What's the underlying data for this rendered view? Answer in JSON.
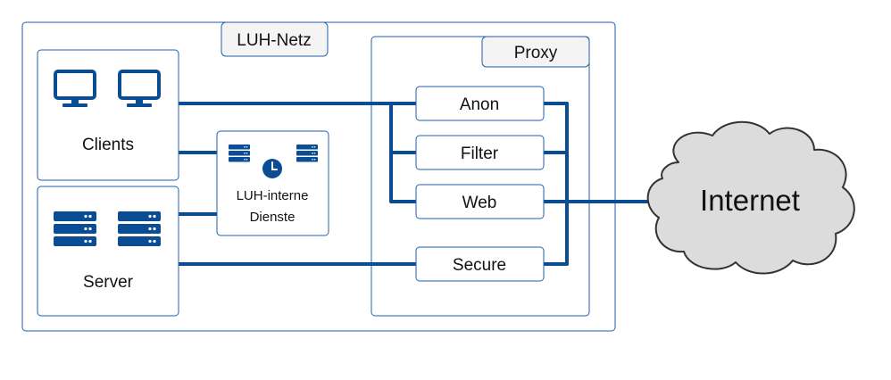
{
  "colors": {
    "line": "#0a4d94",
    "icon": "#0a4d94",
    "box_border": "#1f62a8",
    "tab_fill": "#f4f4f4",
    "cloud_fill": "#dcdcdc",
    "cloud_stroke": "#333333"
  },
  "network": {
    "title": "LUH-Netz",
    "clients_label": "Clients",
    "server_label": "Server",
    "services_label_line1": "LUH-interne",
    "services_label_line2": "Dienste"
  },
  "proxy": {
    "title": "Proxy",
    "items": [
      "Anon",
      "Filter",
      "Web",
      "Secure"
    ]
  },
  "internet": {
    "label": "Internet"
  },
  "icons": {
    "client_icon": "monitor-icon",
    "server_icon": "server-rack-icon",
    "clock_icon": "clock-icon"
  }
}
